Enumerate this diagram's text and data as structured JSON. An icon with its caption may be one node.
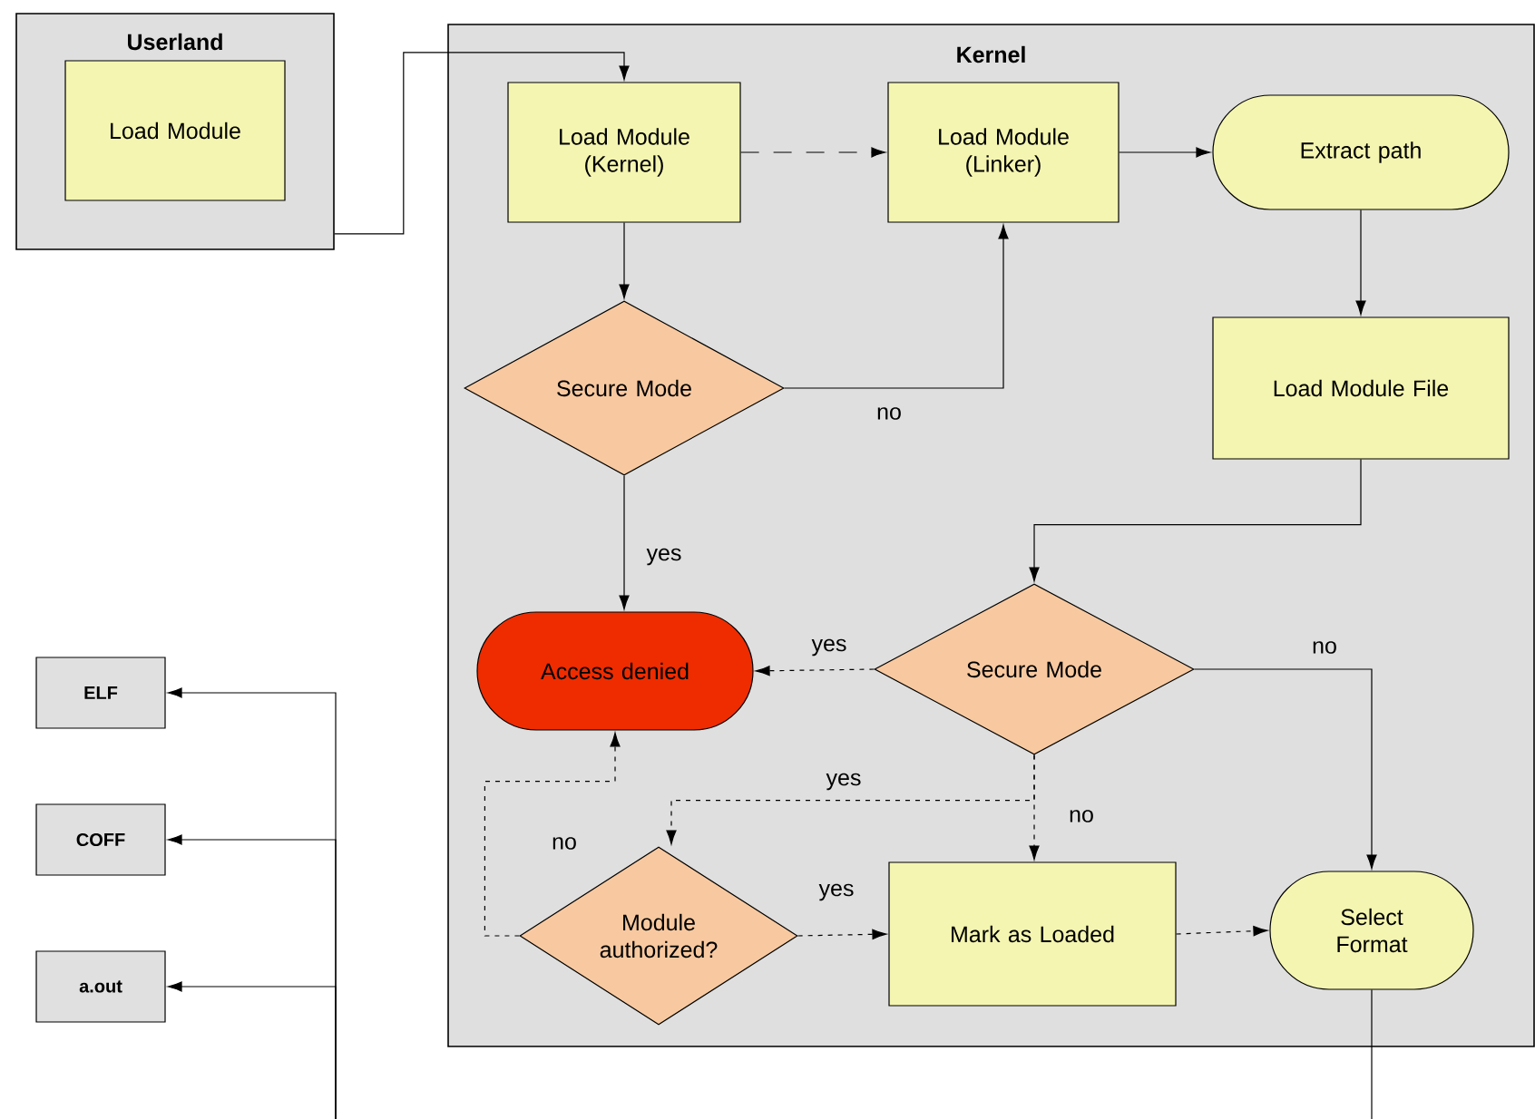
{
  "diagram": {
    "nodes": [
      {
        "text": [
          "Userland"
        ]
      },
      {
        "text": [
          "Load Module"
        ],
        "in": 0
      },
      {
        "text": [
          "Kernel"
        ]
      },
      {
        "text": [
          "Load Module (Kernel)"
        ],
        "in": 2
      },
      {
        "text": [
          "Load Module (Linker)"
        ],
        "in": 2
      },
      {
        "text": [
          "Extract path"
        ],
        "in": 2
      },
      {
        "text": [
          "Secure Mode"
        ],
        "in": 2
      },
      {
        "text": [
          "Load Module File"
        ],
        "in": 2
      },
      {
        "text": [
          "Access denied"
        ],
        "in": 2
      },
      {
        "text": [
          "Secure Mode"
        ],
        "in": 2
      },
      {
        "text": [
          "Module authorized?"
        ],
        "in": 2
      },
      {
        "text": [
          "Mark as Loaded"
        ],
        "in": 2
      },
      {
        "text": [
          "Select Format"
        ],
        "in": 2
      },
      {
        "text": [
          "ELF"
        ]
      },
      {
        "text": [
          "COFF"
        ]
      },
      {
        "text": [
          "a.out"
        ]
      }
    ],
    "edges": [
      {
        "from": 0,
        "to": 3,
        "arrow": "to"
      },
      {
        "from": 3,
        "to": 4,
        "arrow": "to",
        "style": "dashed"
      },
      {
        "from": 4,
        "to": 5,
        "arrow": "to"
      },
      {
        "from": 3,
        "to": 6,
        "arrow": "to"
      },
      {
        "from": 6,
        "to": 4,
        "arrow": "to",
        "label": "no"
      },
      {
        "from": 6,
        "to": 8,
        "arrow": "to",
        "label": "yes"
      },
      {
        "from": 5,
        "to": 7,
        "arrow": "to"
      },
      {
        "from": 7,
        "to": 9,
        "arrow": "to"
      },
      {
        "from": 9,
        "to": 8,
        "arrow": "to",
        "label": "yes",
        "style": "dashed"
      },
      {
        "from": 9,
        "to": 12,
        "arrow": "to",
        "label": "no"
      },
      {
        "from": 9,
        "to": 10,
        "arrow": "to",
        "label": "yes",
        "style": "dashed"
      },
      {
        "from": 9,
        "to": 11,
        "arrow": "to",
        "label": "no",
        "style": "dashed"
      },
      {
        "from": 10,
        "to": 8,
        "arrow": "to",
        "label": "no",
        "style": "dashed"
      },
      {
        "from": 10,
        "to": 11,
        "arrow": "to",
        "label": "yes",
        "style": "dashed"
      },
      {
        "from": 11,
        "to": 12,
        "arrow": "to",
        "style": "dashed"
      },
      {
        "from": 12,
        "to": null,
        "arrow": "none"
      },
      {
        "from": null,
        "to": 13,
        "arrow": "to"
      },
      {
        "from": null,
        "to": 14,
        "arrow": "to"
      },
      {
        "from": null,
        "to": 15,
        "arrow": "to"
      }
    ]
  }
}
